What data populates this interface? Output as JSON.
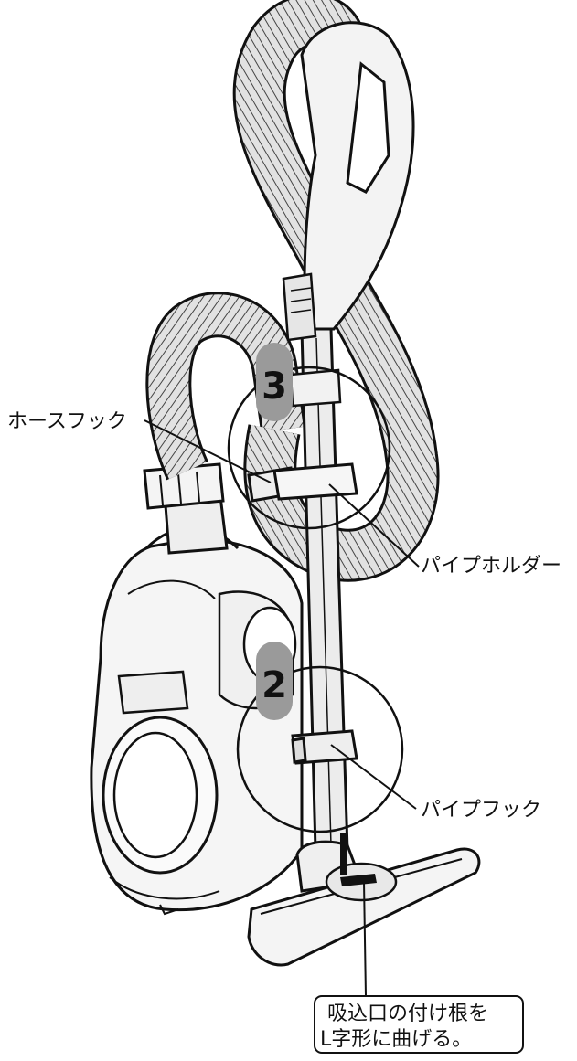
{
  "labels": {
    "hose_hook": "ホースフック",
    "pipe_holder": "パイプホルダー",
    "pipe_hook": "パイプフック"
  },
  "steps": {
    "step3": "3",
    "step2": "2"
  },
  "note": {
    "line1": "吸込口の付け根を",
    "line2": "L字形に曲げる。"
  },
  "colors": {
    "line": "#111111",
    "body_fill": "#f4f4f4",
    "hose_fill": "#d9d9d9",
    "badge_fill": "#9a9a9a"
  }
}
